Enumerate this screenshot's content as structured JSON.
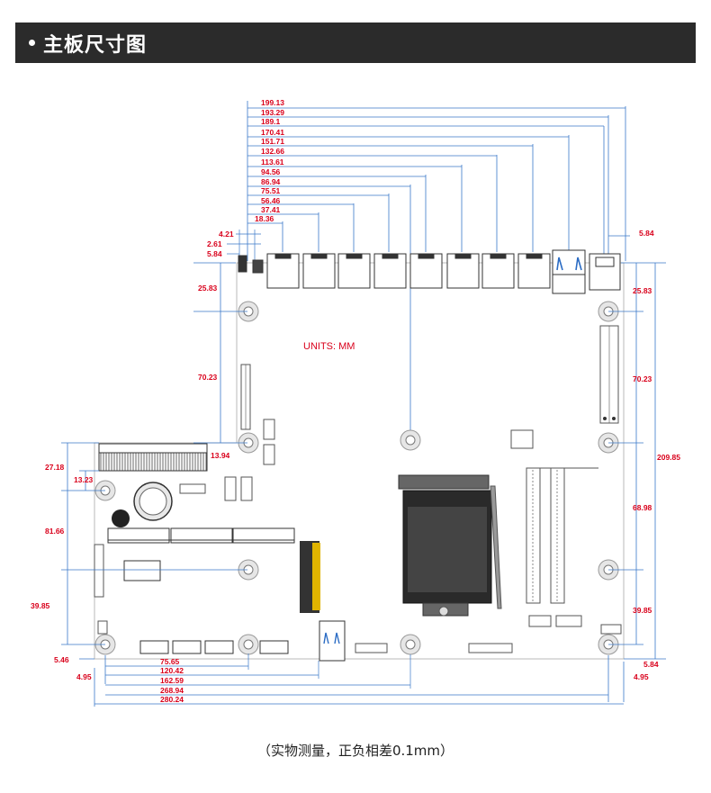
{
  "header": {
    "title": "主板尺寸图"
  },
  "diagram": {
    "units_label": "UNITS: MM",
    "top_dims": [
      "199.13",
      "193.29",
      "189.1",
      "170.41",
      "151.71",
      "132.66",
      "113.61",
      "94.56",
      "86.94",
      "75.51",
      "56.46",
      "37.41",
      "18.36"
    ],
    "top_left_small": [
      "4.21",
      "2.61",
      "5.84"
    ],
    "top_right_small": "5.84",
    "left_dims": {
      "upper": "25.83",
      "mid": "70.23",
      "pcie": "13.94",
      "h1": "27.18",
      "h2": "13.23",
      "h3": "81.66",
      "h4": "39.85",
      "h5": "5.46",
      "h6": "4.95"
    },
    "right_dims": {
      "upper": "25.83",
      "mid": "70.23",
      "total": "209.85",
      "lower": "68.98",
      "bottom": "39.85",
      "b1": "5.84",
      "b2": "4.95"
    },
    "bottom_dims": [
      "75.65",
      "120.42",
      "162.59",
      "268.94",
      "280.24"
    ],
    "colors": {
      "dimension": "#d9001b",
      "guide": "#3a78c9",
      "header_bg": "#2b2b2b"
    }
  },
  "footer": {
    "note": "（实物测量，正负相差0.1mm）"
  }
}
